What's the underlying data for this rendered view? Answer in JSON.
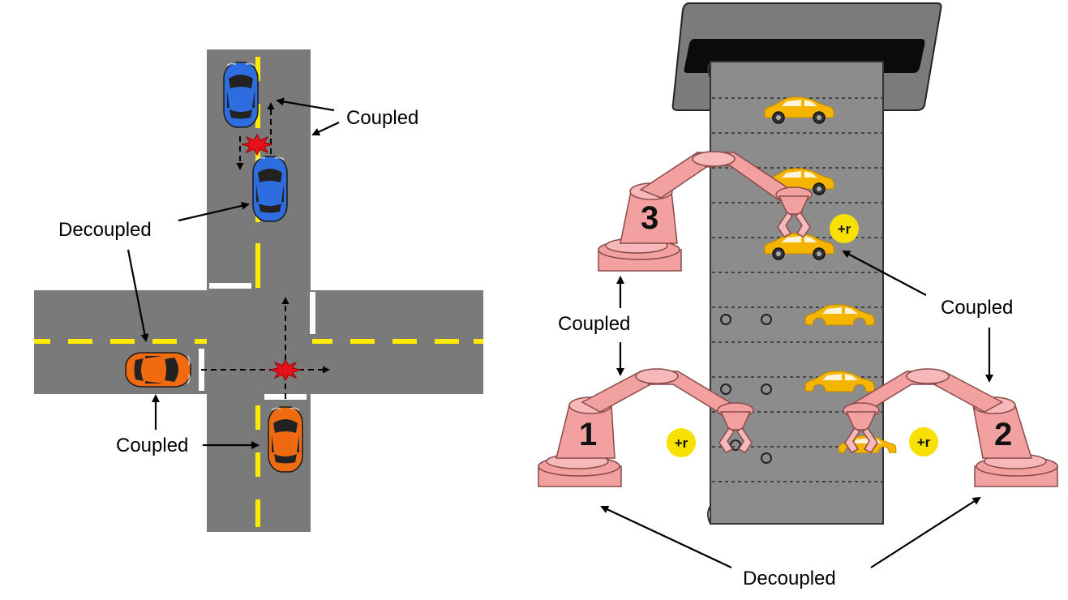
{
  "traffic": {
    "labels": {
      "coupled_top": "Coupled",
      "decoupled": "Decoupled",
      "coupled_bottom": "Coupled"
    }
  },
  "factory": {
    "labels": {
      "coupled_left": "Coupled",
      "coupled_right": "Coupled",
      "decoupled": "Decoupled"
    },
    "robots": [
      {
        "number": "3"
      },
      {
        "number": "1"
      },
      {
        "number": "2"
      }
    ],
    "reward_badges": [
      "+r",
      "+r",
      "+r"
    ]
  },
  "colors": {
    "road": "#7a7a7a",
    "lane_line": "#ffeb00",
    "blue_car": "#2e6de0",
    "orange_car": "#f06a10",
    "crash": "#e8101a",
    "robot_arm": "#f2a0a0",
    "conveyor": "#8c8c8c",
    "yellow_car": "#f5b400",
    "reward_badge": "#f8e000"
  },
  "icons": [
    "blue-car-icon",
    "orange-car-icon",
    "crash-icon",
    "robot-arm-icon",
    "yellow-car-icon",
    "reward-badge-icon"
  ]
}
